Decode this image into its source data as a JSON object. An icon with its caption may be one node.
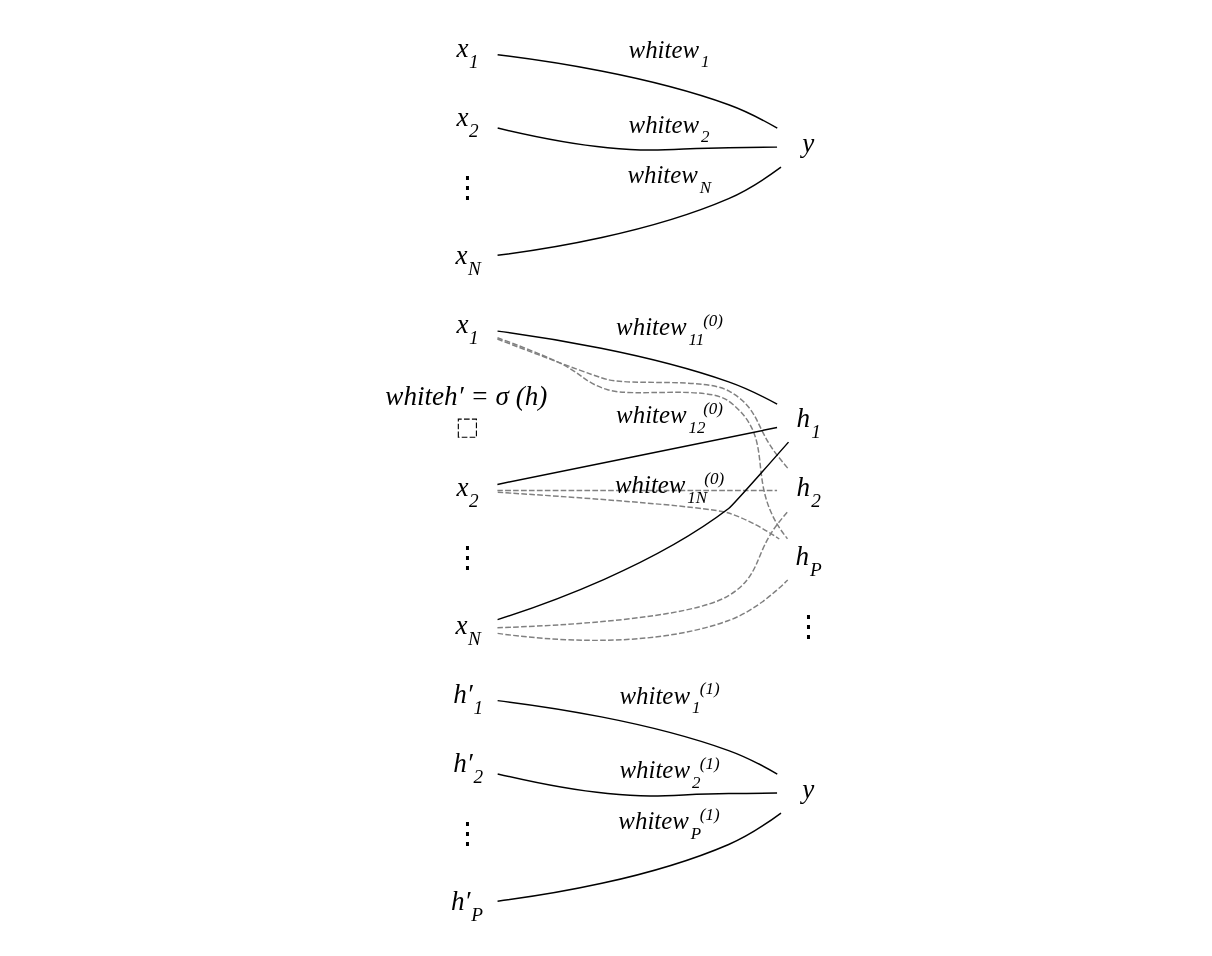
{
  "diagram": {
    "nodes": [
      {
        "text": [
          "x$_{1}$"
        ]
      },
      {
        "text": [
          "x$_{2}$"
        ]
      },
      {
        "text": [
          "x$_{N}$"
        ]
      },
      {
        "text": [
          "y"
        ]
      },
      {
        "text": [
          "x$_{1}$"
        ]
      },
      {
        "text": [
          "whiteh′ = σ (h)"
        ]
      },
      {
        "text": [
          "x$_{2}$"
        ]
      },
      {
        "text": [
          "x$_{N}$"
        ]
      },
      {
        "text": [
          "h$_{1}$"
        ]
      },
      {
        "text": [
          "h$_{2}$"
        ]
      },
      {
        "text": [
          "h$_{P}$"
        ]
      },
      {
        "text": [
          "h′$_{1}$"
        ]
      },
      {
        "text": [
          "h′$_{2}$"
        ]
      },
      {
        "text": [
          "h′$_{P}$"
        ]
      },
      {
        "text": [
          "y"
        ]
      }
    ],
    "edges": [
      {
        "from": 0,
        "to": 3,
        "arrow": "none",
        "label": "whitew$_{1}$"
      },
      {
        "from": 1,
        "to": 3,
        "arrow": "none",
        "label": "whitew$_{2}$"
      },
      {
        "from": 2,
        "to": 3,
        "arrow": "none",
        "label": "whitew$_{N}$"
      },
      {
        "from": 4,
        "to": 10,
        "arrow": "none",
        "style": "dashed",
        "color": "#808080"
      },
      {
        "from": 4,
        "to": 9,
        "arrow": "none",
        "style": "dashed",
        "color": "#808080"
      },
      {
        "from": 4,
        "to": 8,
        "arrow": "none",
        "label": "whitew$_{11}$$^{(0)}$"
      },
      {
        "from": 6,
        "to": 10,
        "arrow": "none",
        "style": "dashed",
        "color": "#808080"
      },
      {
        "from": 6,
        "to": 9,
        "arrow": "none",
        "style": "dashed",
        "color": "#808080"
      },
      {
        "from": 6,
        "to": 8,
        "arrow": "none",
        "label": "whitew$_{12}$$^{(0)}$"
      },
      {
        "from": 7,
        "to": 10,
        "arrow": "none",
        "style": "dashed",
        "color": "#808080"
      },
      {
        "from": 7,
        "to": 9,
        "arrow": "none",
        "style": "dashed",
        "color": "#808080"
      },
      {
        "from": 7,
        "to": 8,
        "arrow": "none",
        "label": "whitew$_{1N}$$^{(0)}$"
      },
      {
        "from": 11,
        "to": 14,
        "arrow": "none",
        "label": "whitew$_{1}$$^{(1)}$"
      },
      {
        "from": 12,
        "to": 14,
        "arrow": "none",
        "label": "whitew$_{2}$$^{(1)}$"
      },
      {
        "from": 13,
        "to": 14,
        "arrow": "none",
        "label": "whitew$_{P}$$^{(1)}$"
      }
    ],
    "labels": [
      "⋮",
      "⋮",
      "⋮",
      "⋮"
    ]
  }
}
